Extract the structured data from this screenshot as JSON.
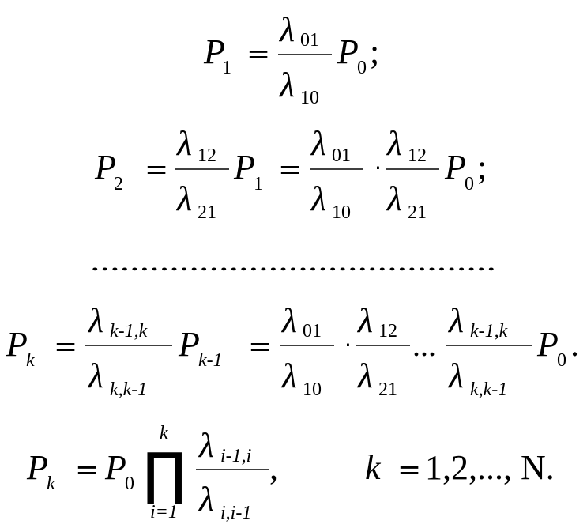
{
  "equations": {
    "eq1": {
      "lhs": "P",
      "lhs_sub": "1",
      "eq": "=",
      "frac_num": "λ",
      "frac_num_sub": "01",
      "frac_den": "λ",
      "frac_den_sub": "10",
      "rhs": "P",
      "rhs_sub": "0",
      "end": ";"
    },
    "eq2": {
      "lhs": "P",
      "lhs_sub": "2",
      "eq": "=",
      "f1_num": "λ",
      "f1_num_sub": "12",
      "f1_den": "λ",
      "f1_den_sub": "21",
      "mid": "P",
      "mid_sub": "1",
      "eq2": "=",
      "f2_num": "λ",
      "f2_num_sub": "01",
      "f2_den": "λ",
      "f2_den_sub": "10",
      "dot": "·",
      "f3_num": "λ",
      "f3_num_sub": "12",
      "f3_den": "λ",
      "f3_den_sub": "21",
      "rhs": "P",
      "rhs_sub": "0",
      "end": ";"
    },
    "ellipsis_row": ".........................................",
    "eq3": {
      "lhs": "P",
      "lhs_sub": "k",
      "eq": "=",
      "f1_num": "λ",
      "f1_num_sub": "k-1,k",
      "f1_den": "λ",
      "f1_den_sub": "k,k-1",
      "mid": "P",
      "mid_sub": "k-1",
      "eq2": "=",
      "f2_num": "λ",
      "f2_num_sub": "01",
      "f2_den": "λ",
      "f2_den_sub": "10",
      "dot": "·",
      "f3_num": "λ",
      "f3_num_sub": "12",
      "f3_den": "λ",
      "f3_den_sub": "21",
      "dots": "...",
      "f4_num": "λ",
      "f4_num_sub": "k-1,k",
      "f4_den": "λ",
      "f4_den_sub": "k,k-1",
      "rhs": "P",
      "rhs_sub": "0",
      "end": "."
    },
    "eq4": {
      "lhs": "P",
      "lhs_sub": "k",
      "eq": "=",
      "p0": "P",
      "p0_sub": "0",
      "prod": "∏",
      "prod_upper": "k",
      "prod_lower": "i=1",
      "f_num": "λ",
      "f_num_sub": "i-1,i",
      "f_den": "λ",
      "f_den_sub": "i,i-1",
      "comma": ",",
      "k_var": "k",
      "k_eq": "=",
      "k_range": "1,2,..., N."
    }
  }
}
